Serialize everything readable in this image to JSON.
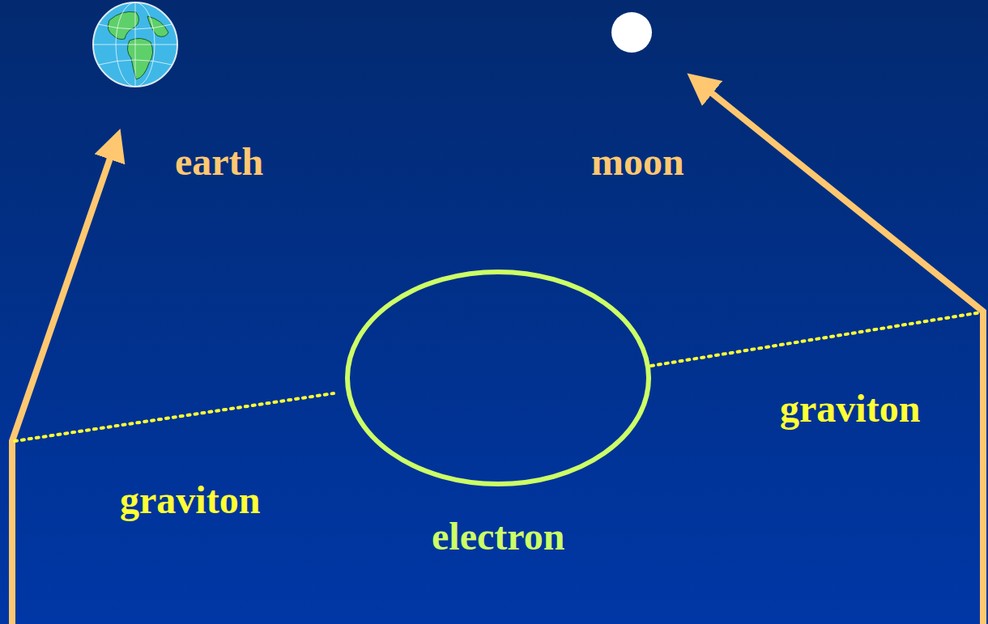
{
  "diagram": {
    "nodes": [
      {
        "text": [
          "earth"
        ]
      },
      {
        "text": [
          "moon"
        ]
      },
      {
        "text": [
          "electron"
        ]
      }
    ],
    "labels": [
      "graviton",
      "graviton"
    ]
  }
}
